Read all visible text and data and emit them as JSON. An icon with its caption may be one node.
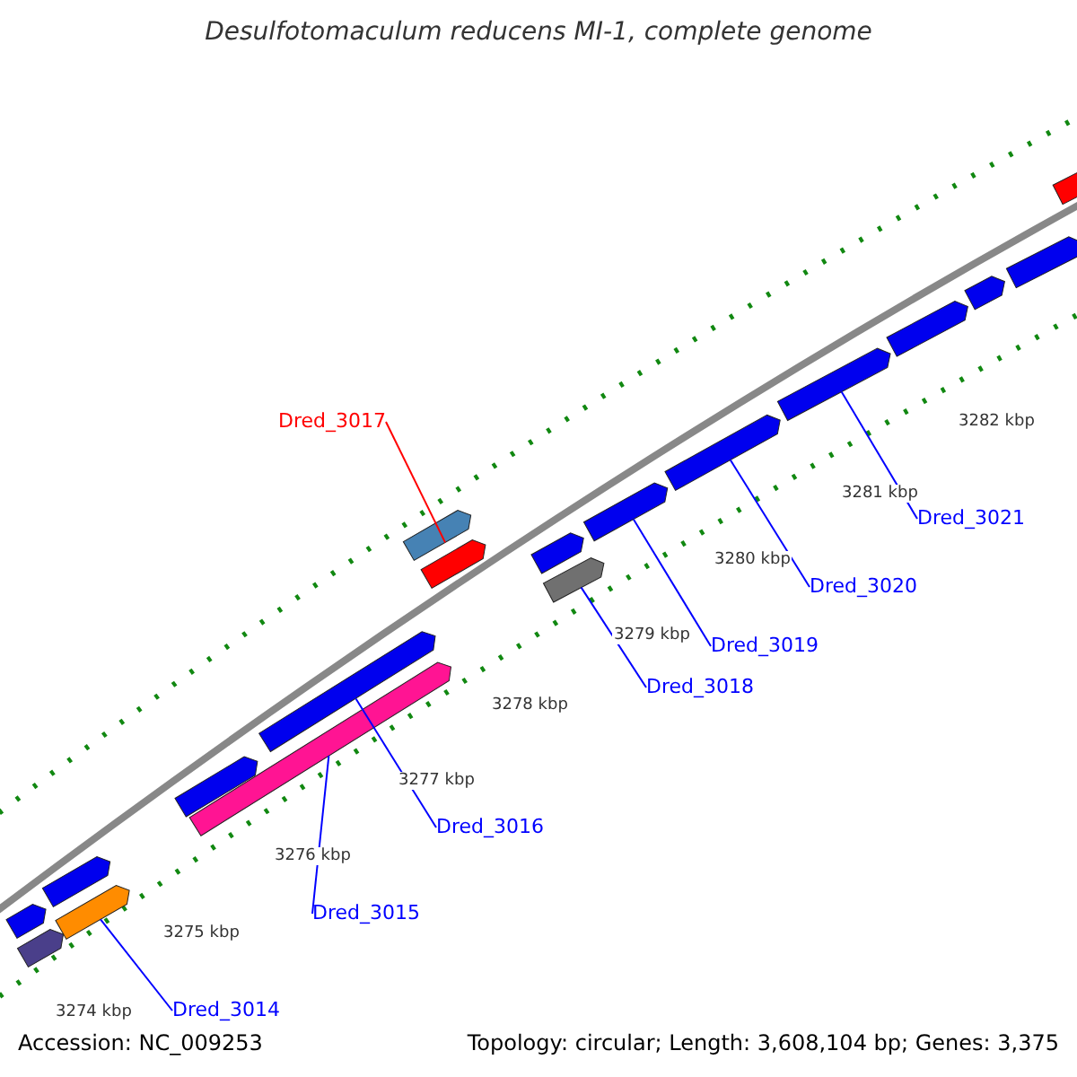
{
  "diagram": {
    "title": "Desulfotomaculum reducens MI-1, complete genome",
    "nodes": [
      {
        "text": [
          "Dred_3017"
        ]
      },
      {
        "text": [
          "Dred_3021"
        ]
      },
      {
        "text": [
          "Dred_3020"
        ]
      },
      {
        "text": [
          "Dred_3019"
        ]
      },
      {
        "text": [
          "Dred_3018"
        ]
      },
      {
        "text": [
          "Dred_3016"
        ]
      },
      {
        "text": [
          "Dred_3015"
        ]
      },
      {
        "text": [
          "Dred_3014"
        ]
      },
      {
        "text": [],
        "shape": "bar"
      },
      {
        "text": [],
        "shape": "bar"
      },
      {
        "text": [],
        "shape": "bar"
      },
      {
        "text": [],
        "shape": "bar"
      },
      {
        "text": [],
        "shape": "bar"
      },
      {
        "text": [],
        "shape": "bar"
      },
      {
        "text": [],
        "shape": "bar"
      },
      {
        "text": [],
        "shape": "bar"
      },
      {
        "text": [],
        "shape": "bar"
      },
      {
        "text": [],
        "shape": "bar"
      },
      {
        "text": [],
        "shape": "bar"
      },
      {
        "text": [],
        "shape": "bar"
      },
      {
        "text": [],
        "shape": "bar"
      },
      {
        "text": [],
        "shape": "bar"
      },
      {
        "text": [],
        "shape": "bar"
      },
      {
        "text": [],
        "shape": "bar"
      },
      {
        "text": [],
        "shape": "bar"
      },
      {
        "text": [],
        "shape": "bar"
      }
    ],
    "edges": [
      {
        "from": 0,
        "to": 15,
        "arrow": "none",
        "color": "#ff0000"
      },
      {
        "from": 1,
        "to": 21,
        "arrow": "none"
      },
      {
        "from": 2,
        "to": 20,
        "arrow": "none"
      },
      {
        "from": 3,
        "to": 19,
        "arrow": "none"
      },
      {
        "from": 4,
        "to": 18,
        "arrow": "none"
      },
      {
        "from": 5,
        "to": 14,
        "arrow": "none"
      },
      {
        "from": 6,
        "to": 13,
        "arrow": "none"
      },
      {
        "from": 7,
        "to": 11,
        "arrow": "none"
      }
    ],
    "labels": [
      "3282 kbp",
      "3281 kbp",
      "3280 kbp",
      "3279 kbp",
      "3278 kbp",
      "3277 kbp",
      "3276 kbp",
      "3275 kbp",
      "3274 kbp",
      "Accession: NC_009253",
      "Topology: circular; Length: 3,608,104 bp; Genes: 3,375"
    ]
  }
}
